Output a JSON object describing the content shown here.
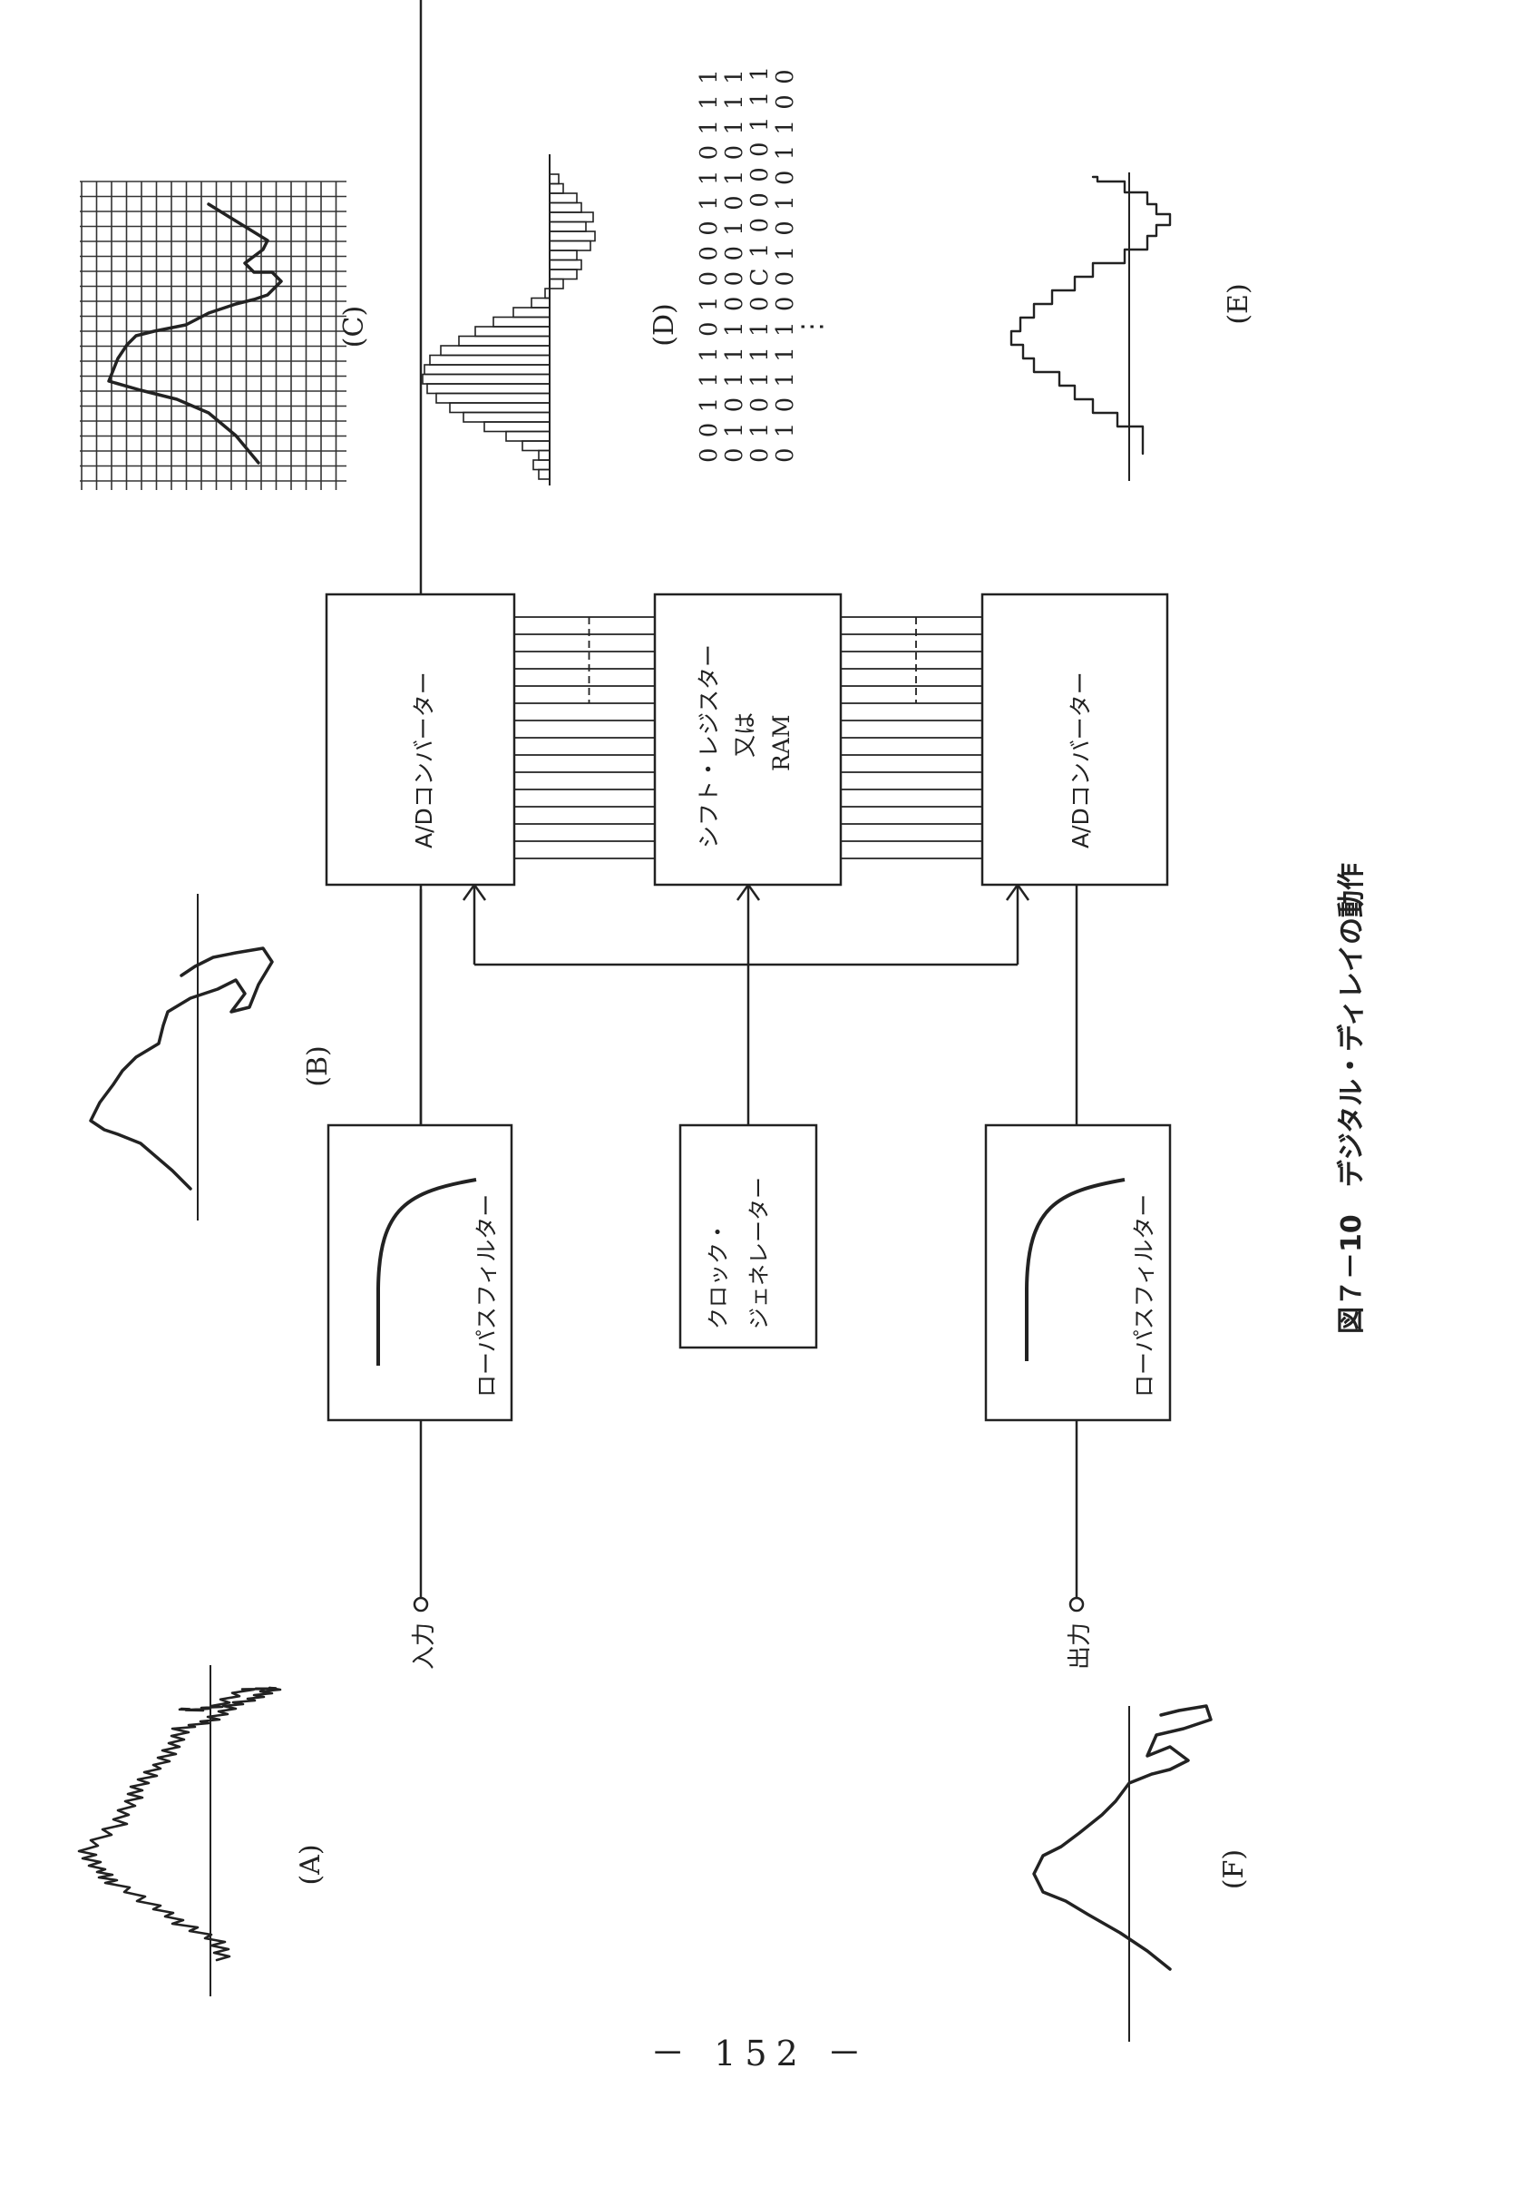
{
  "blocks": {
    "lpf_in": "ローパスフィルター",
    "adc": "A/Dコンバーター",
    "shift_line1": "シフト・レジスター",
    "shift_line2": "又は",
    "shift_line3": "RAM",
    "clock_line1": "クロック・",
    "clock_line2": "ジェネレーター",
    "dac": "A/Dコンバーター",
    "lpf_out": "ローパスフィルター"
  },
  "terminals": {
    "input": "入力",
    "output": "出力"
  },
  "waveform_labels": {
    "A": "(A)",
    "B": "(B)",
    "C": "(C)",
    "D": "(D)",
    "E": "(E)",
    "F": "(F)"
  },
  "binary_rows": [
    "0 0 1 1 1 0 1 0 0 0 1 1 0 1 1 1",
    "0 1 0 1 1 1 0 0 0 1 0 1 0 1 1 1",
    "0 1 0 1 1 1 0 C 1 0 0 0 0 1 1 1",
    "0 1 0 1 1 1 0 0 1 0 1 0 1 1 0 0"
  ],
  "binary_ellipsis": "⋮",
  "caption": "図７－10　デジタル・ディレイの動作",
  "page_number": "－ 152 －"
}
